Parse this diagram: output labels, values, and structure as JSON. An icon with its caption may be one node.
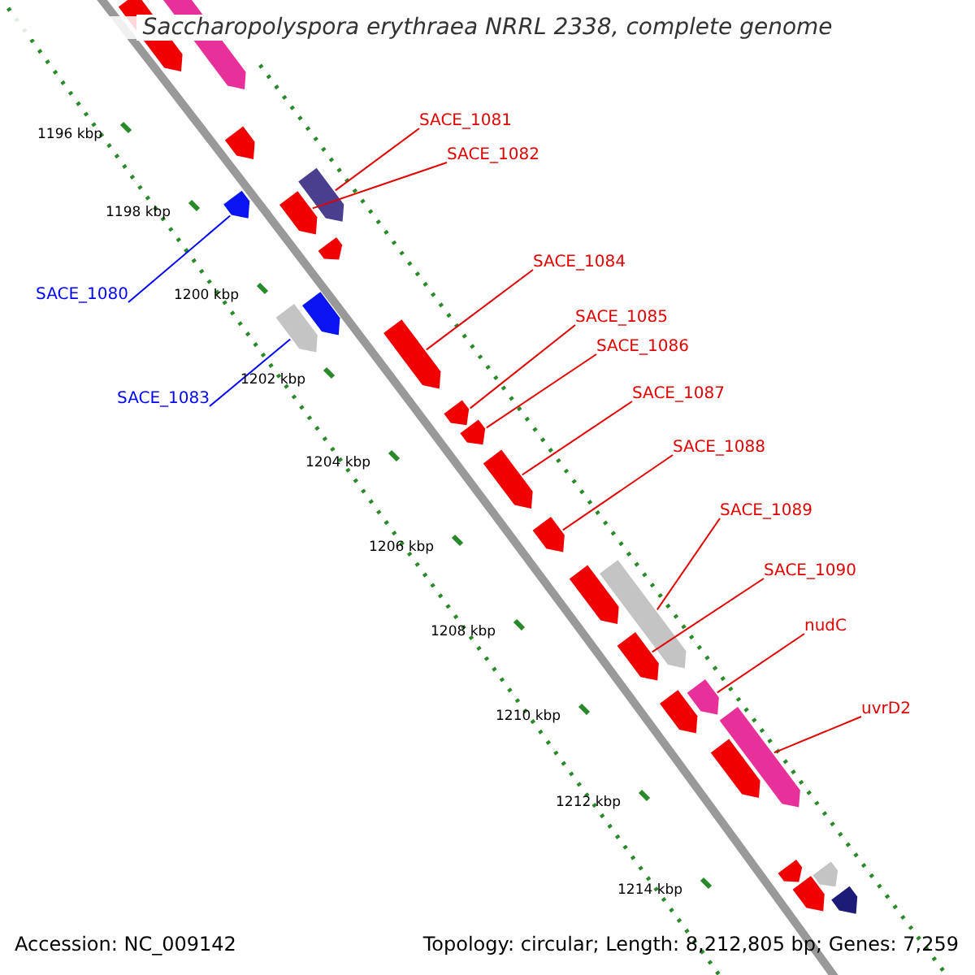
{
  "diagram": {
    "title": "Saccharopolyspora erythraea NRRL 2338, complete genome",
    "nodes": [
      {
        "text": [
          "SACE_1080"
        ]
      },
      {
        "text": [
          "SACE_1081"
        ]
      },
      {
        "text": [
          "SACE_1082"
        ]
      },
      {
        "text": [
          "SACE_1083"
        ]
      },
      {
        "text": [
          "SACE_1084"
        ]
      },
      {
        "text": [
          "SACE_1085"
        ]
      },
      {
        "text": [
          "SACE_1086"
        ]
      },
      {
        "text": [
          "SACE_1087"
        ]
      },
      {
        "text": [
          "SACE_1088"
        ]
      },
      {
        "text": [
          "SACE_1089"
        ]
      },
      {
        "text": [
          "SACE_1090"
        ]
      },
      {
        "text": [
          "nudC"
        ]
      },
      {
        "text": [
          "uvrD2"
        ]
      },
      {
        "text": [],
        "shape": "arrow"
      },
      {
        "text": [],
        "shape": "arrow"
      },
      {
        "text": [],
        "shape": "arrow"
      },
      {
        "text": [],
        "shape": "arrow"
      },
      {
        "text": [],
        "shape": "arrow"
      },
      {
        "text": [],
        "shape": "arrow"
      },
      {
        "text": [],
        "shape": "arrow"
      },
      {
        "text": [],
        "shape": "arrow"
      },
      {
        "text": [],
        "shape": "arrow"
      },
      {
        "text": [],
        "shape": "arrow"
      },
      {
        "text": [],
        "shape": "arrow"
      },
      {
        "text": [],
        "shape": "arrow"
      },
      {
        "text": [],
        "shape": "arrow"
      },
      {
        "text": [],
        "shape": "arrow"
      },
      {
        "text": [],
        "shape": "arrow"
      },
      {
        "text": [],
        "shape": "arrow"
      },
      {
        "text": [],
        "shape": "arrow"
      },
      {
        "text": [],
        "shape": "arrow"
      },
      {
        "text": [],
        "shape": "arrow"
      },
      {
        "text": [],
        "shape": "arrow"
      },
      {
        "text": [],
        "shape": "arrow"
      },
      {
        "text": [],
        "shape": "arrow"
      },
      {
        "text": [],
        "shape": "arrow"
      },
      {
        "text": [],
        "shape": "arrow"
      },
      {
        "text": [],
        "shape": "arrow"
      }
    ],
    "edges": [
      {
        "from": 0,
        "to": 13,
        "arrow": "none",
        "color": "#0000ff"
      },
      {
        "from": 1,
        "to": 14,
        "arrow": "none"
      },
      {
        "from": 2,
        "to": 15,
        "arrow": "none"
      },
      {
        "from": 3,
        "to": 16,
        "arrow": "none",
        "color": "#0000ff"
      },
      {
        "from": 4,
        "to": 17,
        "arrow": "none"
      },
      {
        "from": 5,
        "to": 18,
        "arrow": "none"
      },
      {
        "from": 6,
        "to": 19,
        "arrow": "none"
      },
      {
        "from": 7,
        "to": 20,
        "arrow": "none"
      },
      {
        "from": 8,
        "to": 21,
        "arrow": "none"
      },
      {
        "from": 9,
        "to": 22,
        "arrow": "none"
      },
      {
        "from": 10,
        "to": 23,
        "arrow": "none"
      },
      {
        "from": 11,
        "to": 24,
        "arrow": "none"
      },
      {
        "from": 12,
        "to": 25,
        "arrow": "none"
      }
    ],
    "labels": [
      "1196 kbp",
      "1198 kbp",
      "1200 kbp",
      "1202 kbp",
      "1204 kbp",
      "1206 kbp",
      "1208 kbp",
      "1210 kbp",
      "1212 kbp",
      "1214 kbp",
      "Accession: NC_009142",
      "Topology: circular; Length: 8,212,805 bp; Genes: 7,259"
    ]
  }
}
